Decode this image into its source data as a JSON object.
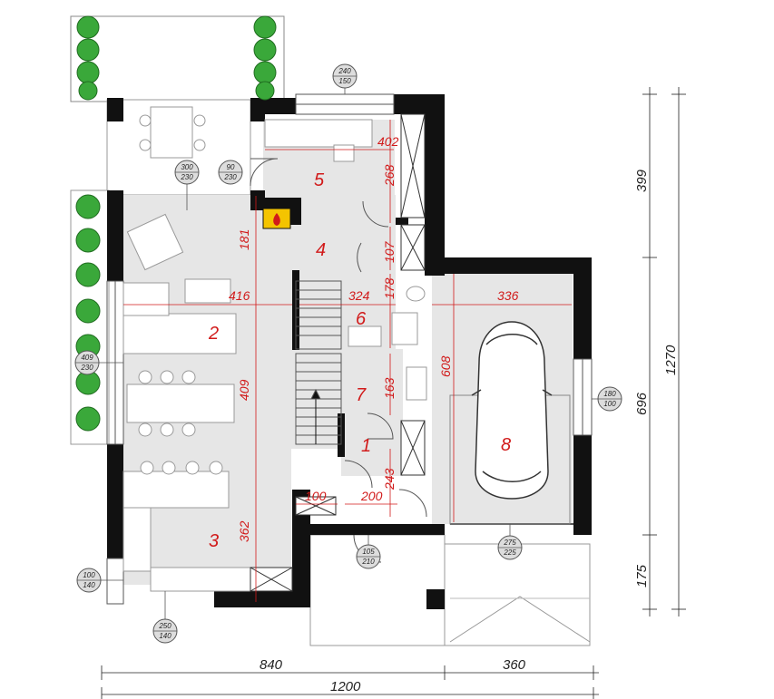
{
  "rooms": [
    {
      "id": "1",
      "label": "1"
    },
    {
      "id": "2",
      "label": "2"
    },
    {
      "id": "3",
      "label": "3"
    },
    {
      "id": "4",
      "label": "4"
    },
    {
      "id": "5",
      "label": "5"
    },
    {
      "id": "6",
      "label": "6"
    },
    {
      "id": "7",
      "label": "7"
    },
    {
      "id": "8",
      "label": "8"
    }
  ],
  "interior_dimensions": {
    "d402": "402",
    "d268": "268",
    "d181": "181",
    "d107": "107",
    "d416": "416",
    "d324": "324",
    "d178": "178",
    "d336": "336",
    "d608": "608",
    "d163": "163",
    "d409": "409",
    "d243": "243",
    "d100": "100",
    "d200": "200",
    "d362": "362"
  },
  "opening_tags": {
    "t240": {
      "top": "240",
      "bottom": "150"
    },
    "t300": {
      "top": "300",
      "bottom": "230"
    },
    "t90": {
      "top": "90",
      "bottom": "230"
    },
    "t409": {
      "top": "409",
      "bottom": "230"
    },
    "t180": {
      "top": "180",
      "bottom": "100"
    },
    "t105": {
      "top": "105",
      "bottom": "210"
    },
    "t275": {
      "top": "275",
      "bottom": "225"
    },
    "t100": {
      "top": "100",
      "bottom": "140"
    },
    "t250": {
      "top": "250",
      "bottom": "140"
    }
  },
  "exterior_dimensions": {
    "bottom_left": "840",
    "bottom_right": "360",
    "bottom_total": "1200",
    "right_top": "399",
    "right_mid": "696",
    "right_bottom": "175",
    "right_total": "1270"
  },
  "colors": {
    "wall": "#111111",
    "floor": "#e6e6e6",
    "dimension_red": "#d11a1a",
    "fireplace": "#f4c400",
    "plant_green": "#3aa83a"
  }
}
